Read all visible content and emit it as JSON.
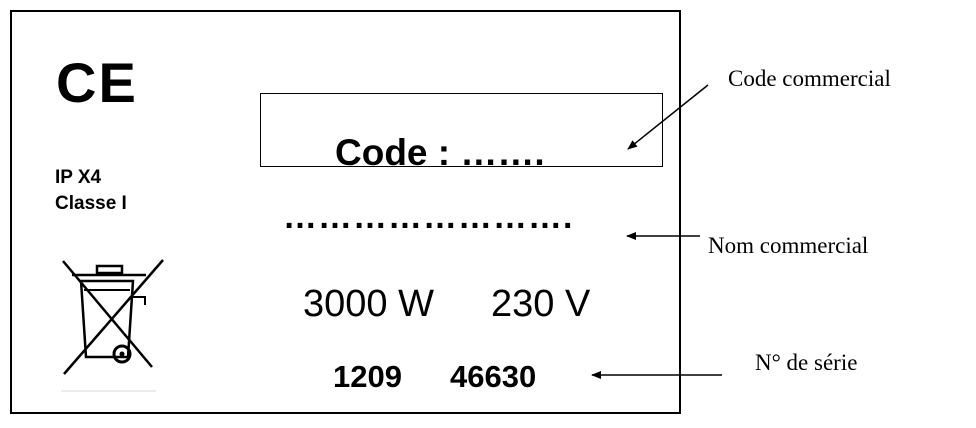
{
  "nameplate": {
    "ce_mark": "CE",
    "ip_rating": "IP X4",
    "class": "Classe I",
    "weee_icon": "crossed-out-wheelie-bin-icon",
    "code": "Code : …….",
    "commercial_name": "…………………….",
    "power": "3000 W",
    "voltage": "230 V",
    "serial_part1": "1209",
    "serial_part2": "46630"
  },
  "callouts": {
    "code_label": "Code commercial",
    "name_label": "Nom commercial",
    "serial_label": "N° de série"
  }
}
